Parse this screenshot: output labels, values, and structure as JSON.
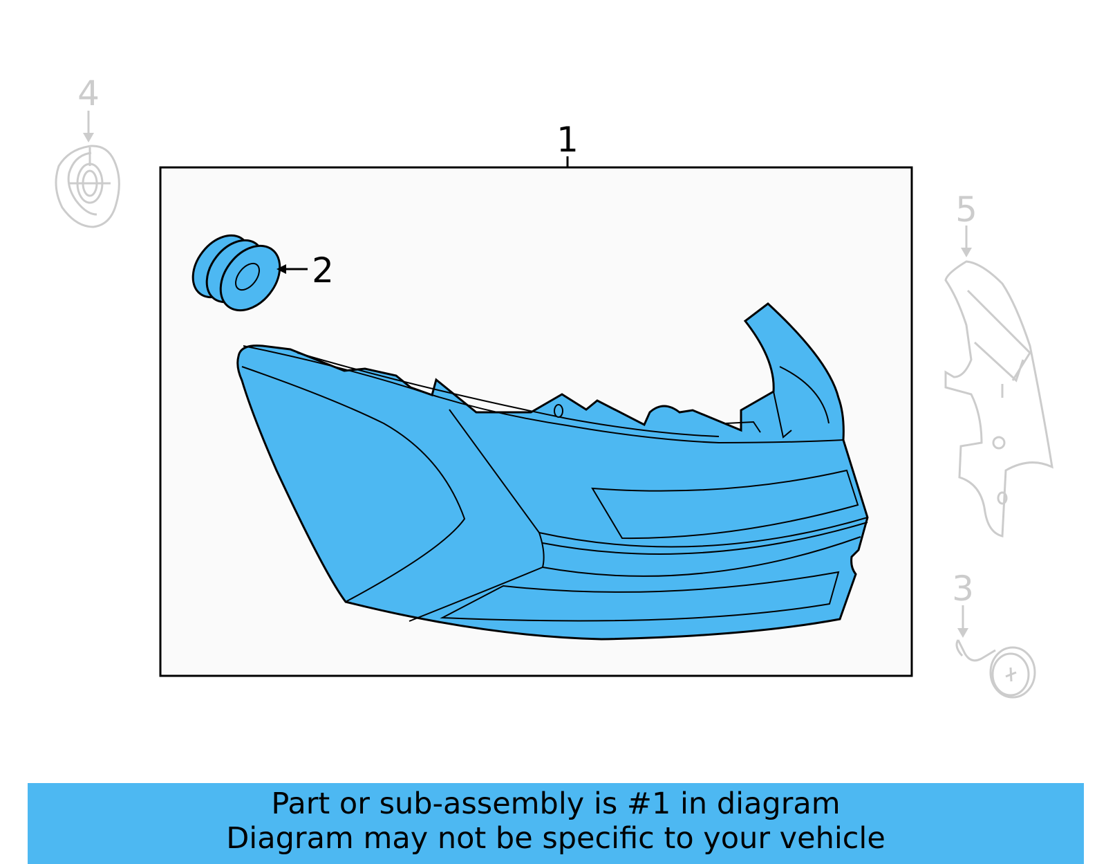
{
  "callouts": {
    "part1": "1",
    "part2": "2",
    "part3": "3",
    "part4": "4",
    "part5": "5"
  },
  "banner": {
    "line1": "Part or sub-assembly is #1 in diagram",
    "line2": "Diagram may not be specific to your vehicle"
  },
  "colors": {
    "highlight": "#4db8f2",
    "inactive_part": "#cccccc",
    "outline": "#000000"
  }
}
